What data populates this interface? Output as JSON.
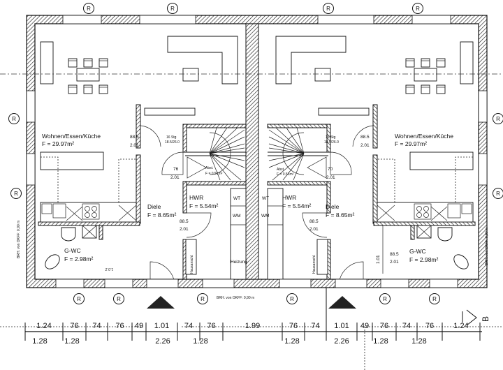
{
  "plan": {
    "units": [
      {
        "living": {
          "name": "Wohnen/Essen/Küche",
          "area": "F = 29.97m²"
        },
        "stairs": {
          "steps": "16 Stg",
          "ratio": "18.5/26.0"
        },
        "landing": {
          "name": "Abst.",
          "area": "F = 0.51m²"
        },
        "hwr": {
          "name": "HWR",
          "area": "F = 5.54m²"
        },
        "diele": {
          "name": "Diele",
          "area": "F = 8.65m²"
        },
        "wc": {
          "name": "G-WC",
          "area": "F = 2.98m²"
        },
        "door_living": {
          "w": "88.5",
          "h": "2.01"
        },
        "door_landing": {
          "w": "76",
          "h": "2.01"
        },
        "door_hwr": {
          "w": "88.5",
          "h": "2.01"
        },
        "wt": "WT",
        "wm": "WM",
        "hausanschluss": "Hausanschl.",
        "sill": "BRH. von OKFF: 0,90 m"
      },
      {
        "living": {
          "name": "Wohnen/Essen/Küche",
          "area": "F = 29.97m²"
        },
        "stairs": {
          "steps": "16 Stg",
          "ratio": "18.5/26.0"
        },
        "landing": {
          "name": "Abst.",
          "area": "F = 0.51m²"
        },
        "hwr": {
          "name": "HWR",
          "area": "F = 5.54m²"
        },
        "diele": {
          "name": "Diele",
          "area": "F = 8.65m²"
        },
        "wc": {
          "name": "G-WC",
          "area": "F = 2.98m²"
        },
        "door_living": {
          "w": "88.5",
          "h": "2.01"
        },
        "door_landing": {
          "w": "70",
          "h": "2.01"
        },
        "door_hwr": {
          "w": "88.5",
          "h": "2.01"
        },
        "door_wc": {
          "w": "88.5",
          "h": "2.01"
        },
        "wc_depth": "1.01",
        "wt": "WT",
        "wm": "WM",
        "hausanschluss": "Hausanschl.",
        "sill": "BRH. von OKFF: 0,90 m"
      }
    ],
    "heizung": "Heizung",
    "wc_note": "1.0 Z",
    "bottom_sill": "BRH. von OKFF: 0,90 m",
    "rollladen_marker": "R",
    "section_label": "B",
    "dimensions_top": [
      "1.24",
      "76",
      "74",
      "76",
      "49",
      "1.01",
      "74",
      "76",
      "1.99",
      "76",
      "74",
      "1.01",
      "49",
      "76",
      "74",
      "76",
      "1.24"
    ],
    "dimensions_bottom": [
      "1.28",
      "1.28",
      "2.26",
      "1.28",
      "1.28",
      "2.26",
      "1.28",
      "1.28"
    ]
  }
}
